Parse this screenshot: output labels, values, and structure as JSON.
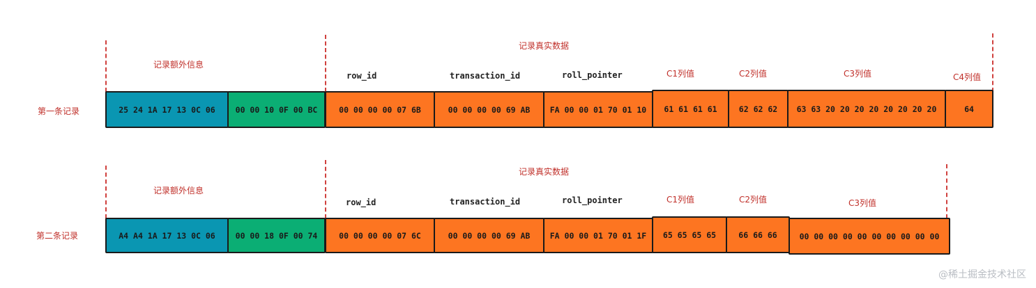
{
  "records": [
    {
      "row_label": "第一条记录",
      "extra_info_label": "记录额外信息",
      "real_data_label": "记录真实数据",
      "field_labels": [
        "row_id",
        "transaction_id",
        "roll_pointer"
      ],
      "column_labels": [
        "C1列值",
        "C2列值",
        "C3列值",
        "C4列值"
      ],
      "cells": [
        "25 24 1A 17 13 0C 06",
        "00 00 10 0F 00 BC",
        "00 00 00 00 07 6B",
        "00 00 00 00 69 AB",
        "FA 00 00 01 70 01 10",
        "61 61 61 61",
        "62 62 62",
        "63 63 20 20 20 20 20 20 20 20",
        "64"
      ]
    },
    {
      "row_label": "第二条记录",
      "extra_info_label": "记录额外信息",
      "real_data_label": "记录真实数据",
      "field_labels": [
        "row_id",
        "transaction_id",
        "roll_pointer"
      ],
      "column_labels": [
        "C1列值",
        "C2列值",
        "C3列值"
      ],
      "cells": [
        "A4 A4 1A 17 13 0C 06",
        "00 00 18 0F 00 74",
        "00 00 00 00 07 6C",
        "00 00 00 00 69 AB",
        "FA 00 00 01 70 01 1F",
        "65 65 65 65",
        "66 66 66",
        "00 00 00 00 00 00 00 00 00 00"
      ]
    }
  ],
  "colors": {
    "extra_header": "#0a96b2",
    "extra_tail": "#0bae74",
    "real_data": "#fd7521",
    "dashed_line": "#d0413e"
  },
  "watermark": "@稀土掘金技术社区"
}
